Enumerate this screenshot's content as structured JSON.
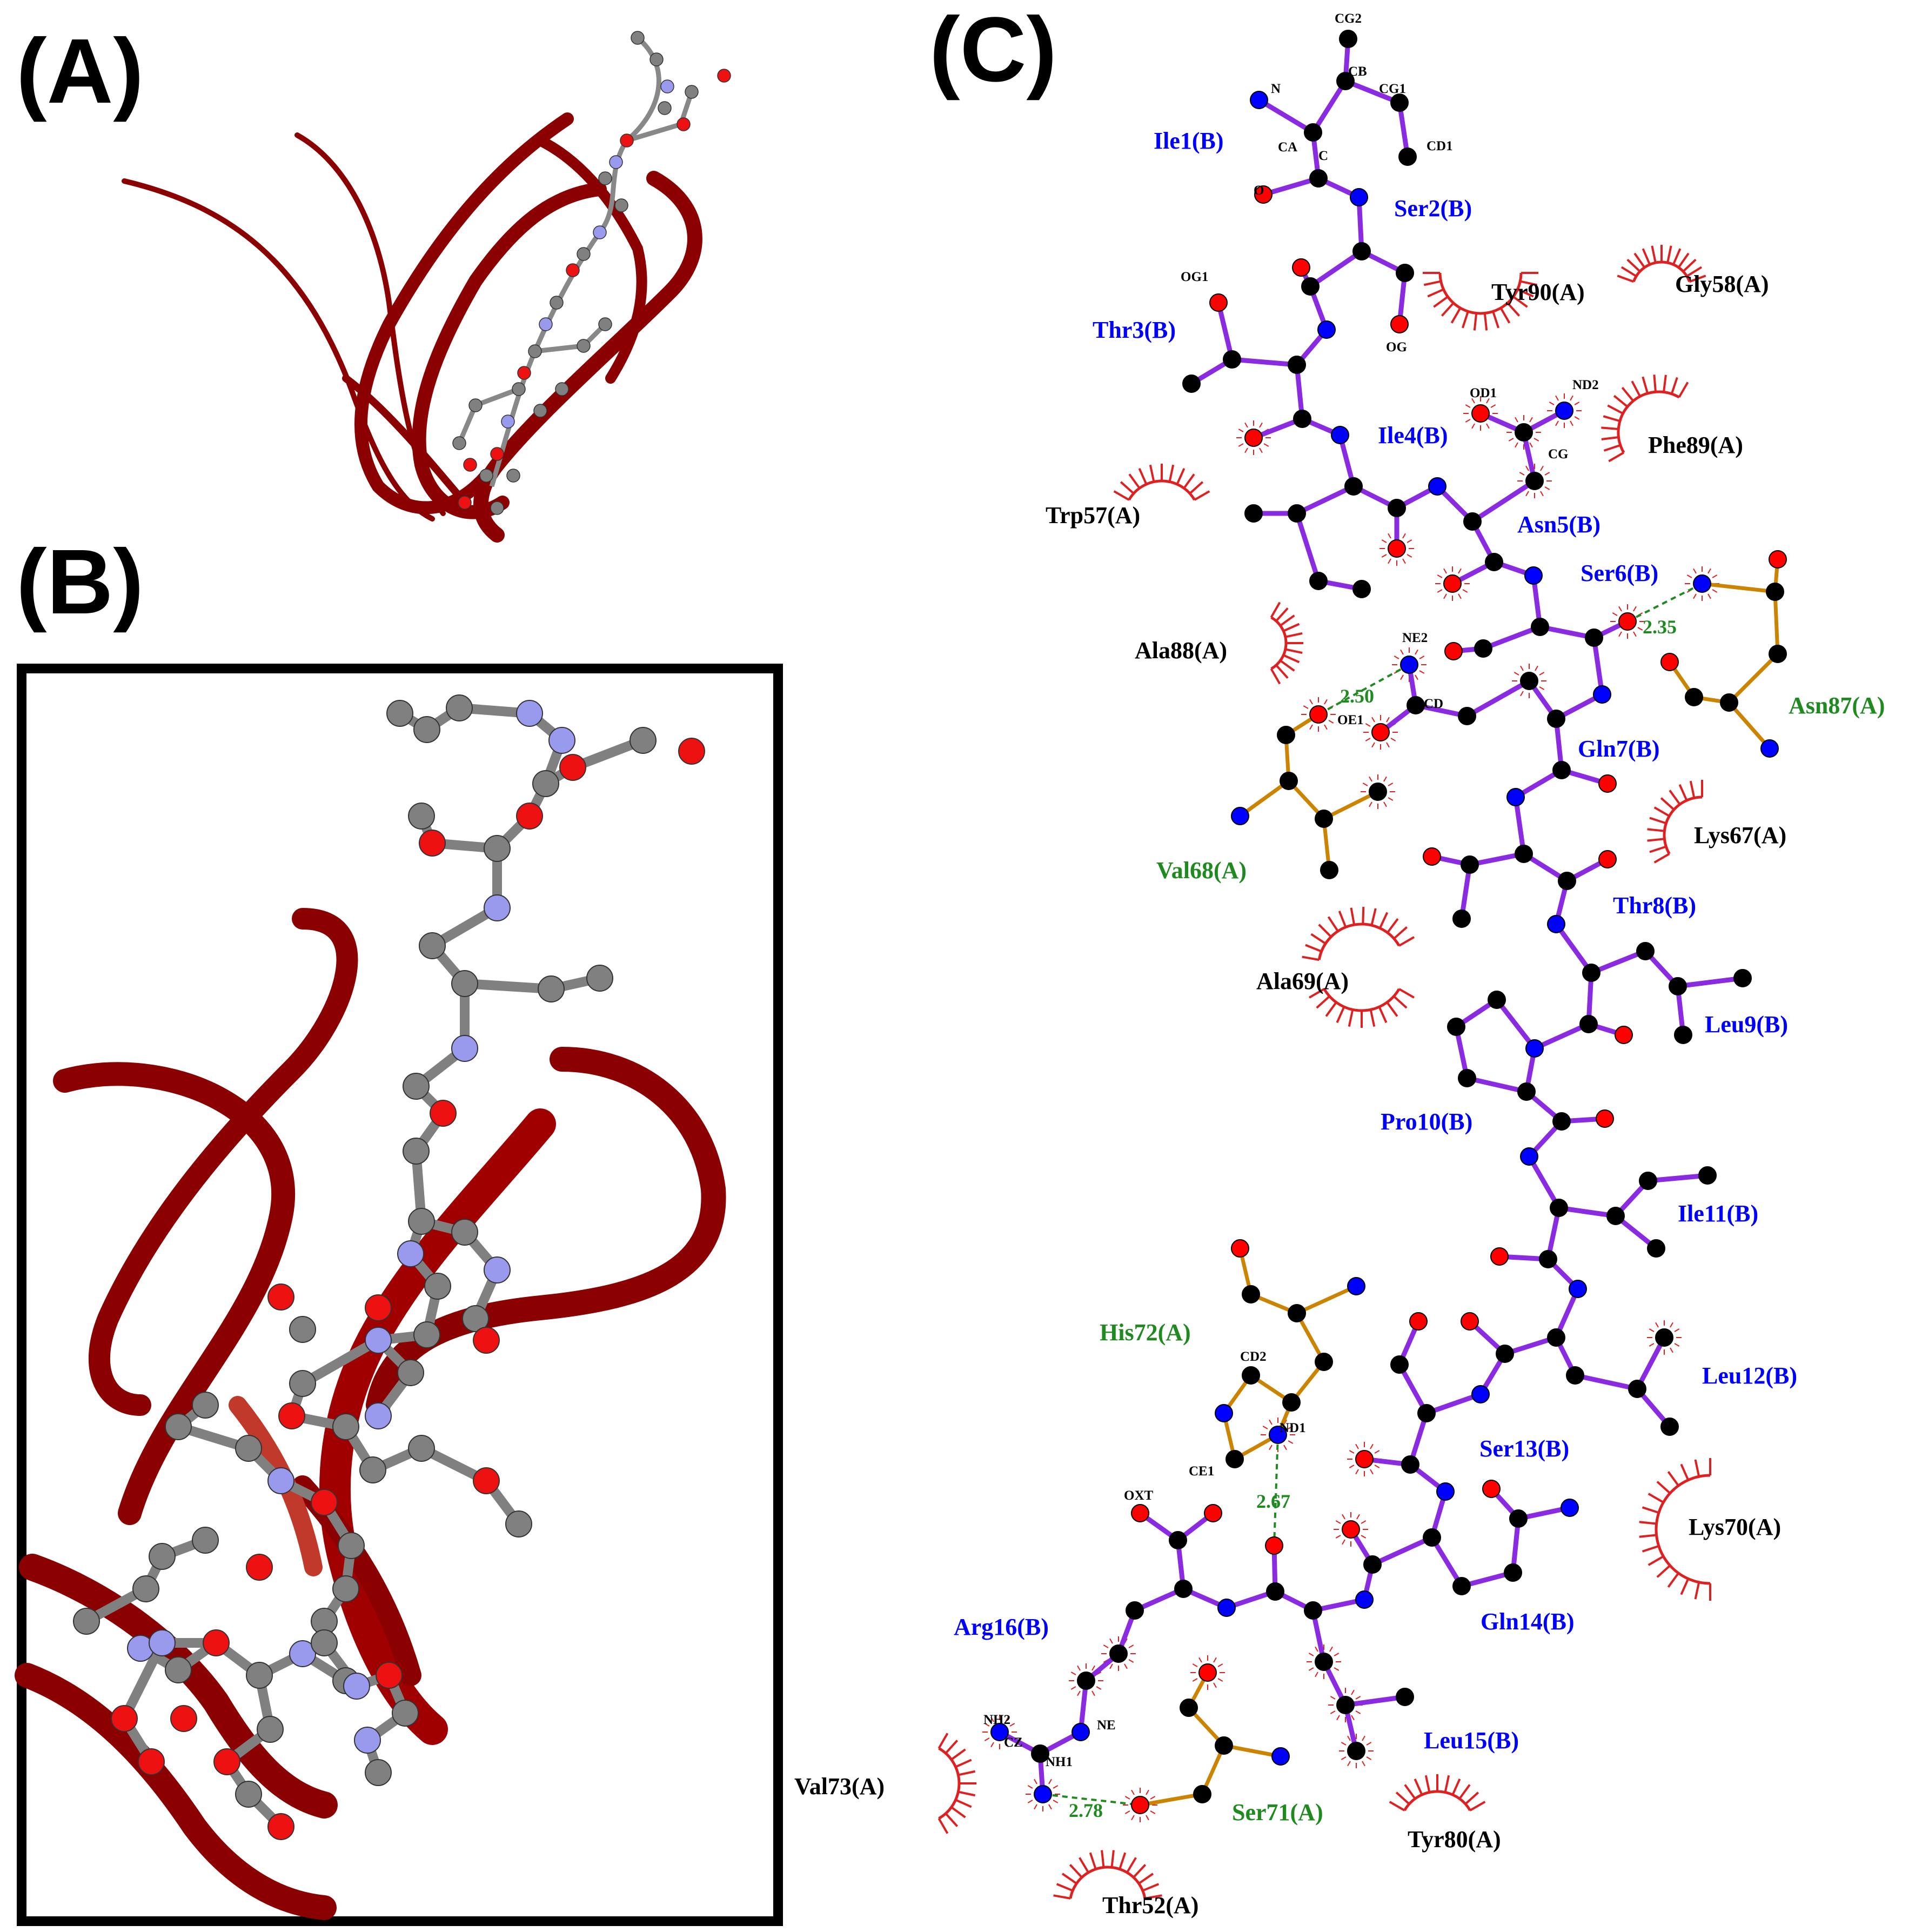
{
  "panels": {
    "a": "(A)",
    "b": "(B)",
    "c": "(C)"
  },
  "colors": {
    "ribbon": "#8b0000",
    "ribbon_light": "#c0392b",
    "ligand_bond": "#8a2be2",
    "hbond_partner_bond": "#cc8400",
    "hbond": "#1f8a1f",
    "carbon_atom": "#000000",
    "oxygen_atom": "#ff0000",
    "nitrogen_atom": "#0000ff",
    "ligand_residue_label": "#0000ff",
    "hbond_residue_label": "#1f8a1f",
    "hydrophobic_residue_label": "#000000",
    "hydrophobic_arc": "#e02020",
    "ball_carbon": "#808080",
    "ball_nitrogen": "#9999ee",
    "ball_oxygen": "#ee1111"
  },
  "ligand_residues": [
    "Ile1(B)",
    "Ser2(B)",
    "Thr3(B)",
    "Ile4(B)",
    "Asn5(B)",
    "Ser6(B)",
    "Gln7(B)",
    "Thr8(B)",
    "Leu9(B)",
    "Pro10(B)",
    "Ile11(B)",
    "Leu12(B)",
    "Ser13(B)",
    "Gln14(B)",
    "Leu15(B)",
    "Arg16(B)"
  ],
  "hbond_residues": [
    "Asn87(A)",
    "Val68(A)",
    "His72(A)",
    "Ser71(A)"
  ],
  "hydrophobic_residues": [
    "Tyr90(A)",
    "Gly58(A)",
    "Phe89(A)",
    "Trp57(A)",
    "Ala88(A)",
    "Lys67(A)",
    "Ala69(A)",
    "Lys70(A)",
    "Val73(A)",
    "Tyr80(A)",
    "Thr52(A)"
  ],
  "hbond_distances": [
    "2.35",
    "2.50",
    "2.67",
    "2.78"
  ],
  "atom_labels": [
    "CG2",
    "CB",
    "CG1",
    "CD1",
    "N",
    "CA",
    "C",
    "O",
    "OG1",
    "OG",
    "OD1",
    "ND2",
    "CG",
    "NE2",
    "OE1",
    "CD",
    "CD2",
    "CE1",
    "ND1",
    "OXT",
    "NH2",
    "NH1",
    "CZ",
    "NE"
  ]
}
